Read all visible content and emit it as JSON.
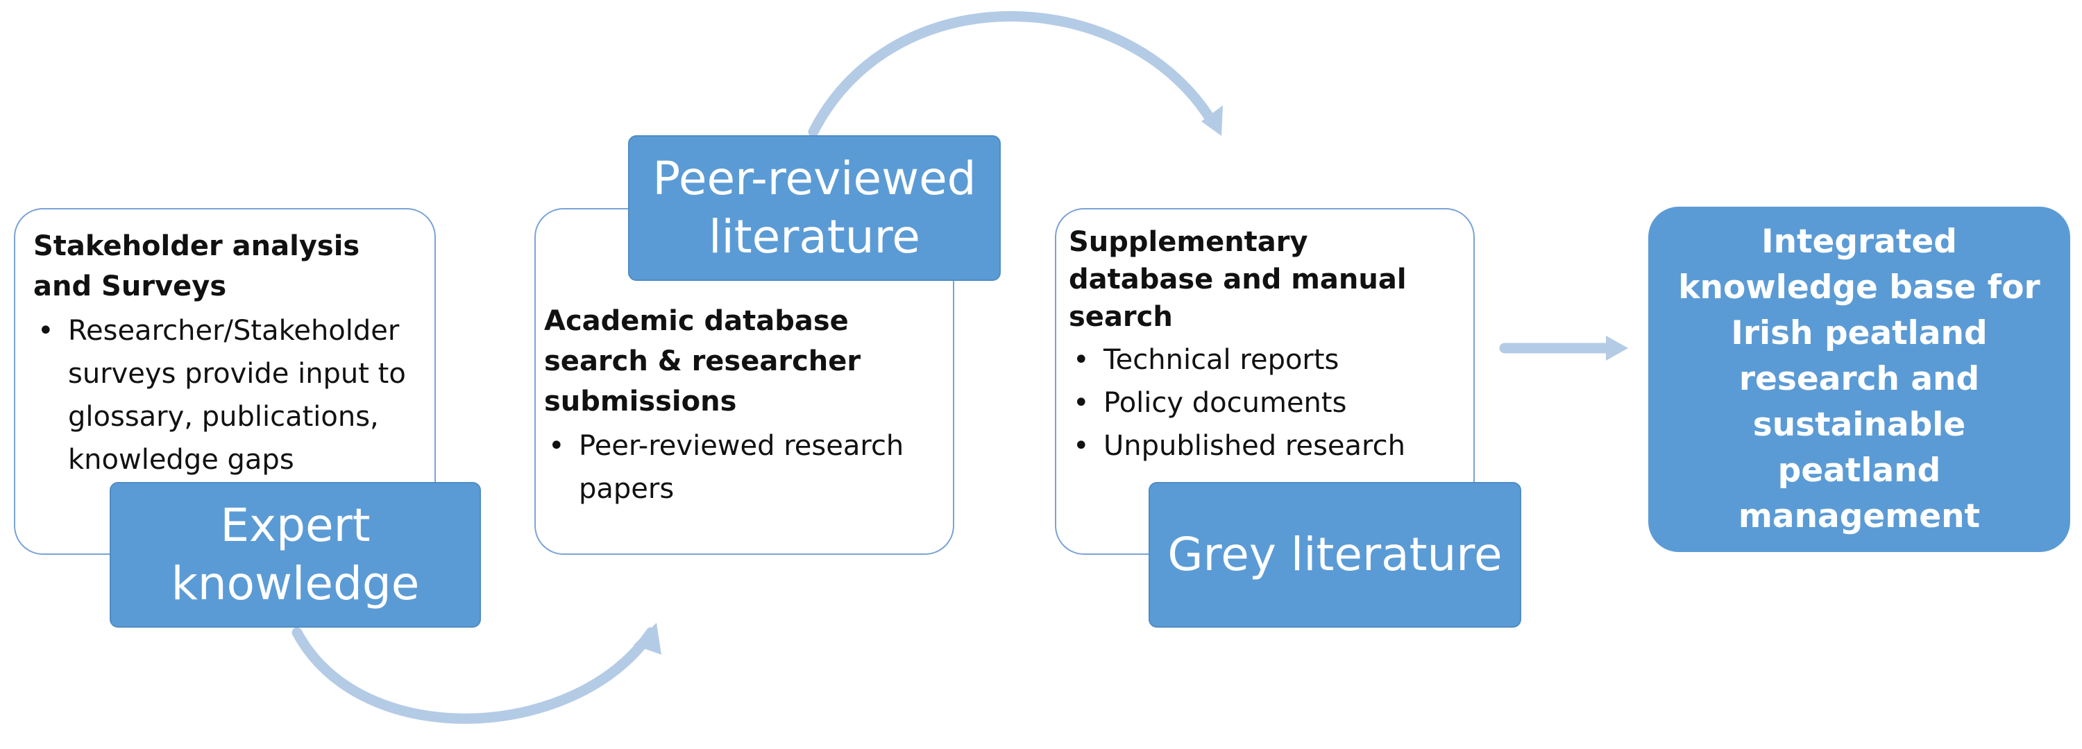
{
  "colors": {
    "accent_fill": "#5b9bd5",
    "panel_border": "#7aa3d6",
    "arrow": "#b4cbe6"
  },
  "stakeholder_panel": {
    "title": "Stakeholder analysis and Surveys",
    "bullets": [
      "Researcher/Stakeholder surveys provide input to glossary, publications, knowledge gaps"
    ]
  },
  "academic_panel": {
    "title": "Academic database search & researcher submissions",
    "bullets": [
      "Peer-reviewed research papers"
    ]
  },
  "supplementary_panel": {
    "title": "Supplementary database and manual search",
    "bullets": [
      "Technical reports",
      "Policy documents",
      "Unpublished research"
    ]
  },
  "labels": {
    "expert": "Expert knowledge",
    "peer": "Peer-reviewed literature",
    "grey": "Grey literature"
  },
  "result": {
    "text": "Integrated knowledge base for Irish peatland research and sustainable peatland management"
  }
}
